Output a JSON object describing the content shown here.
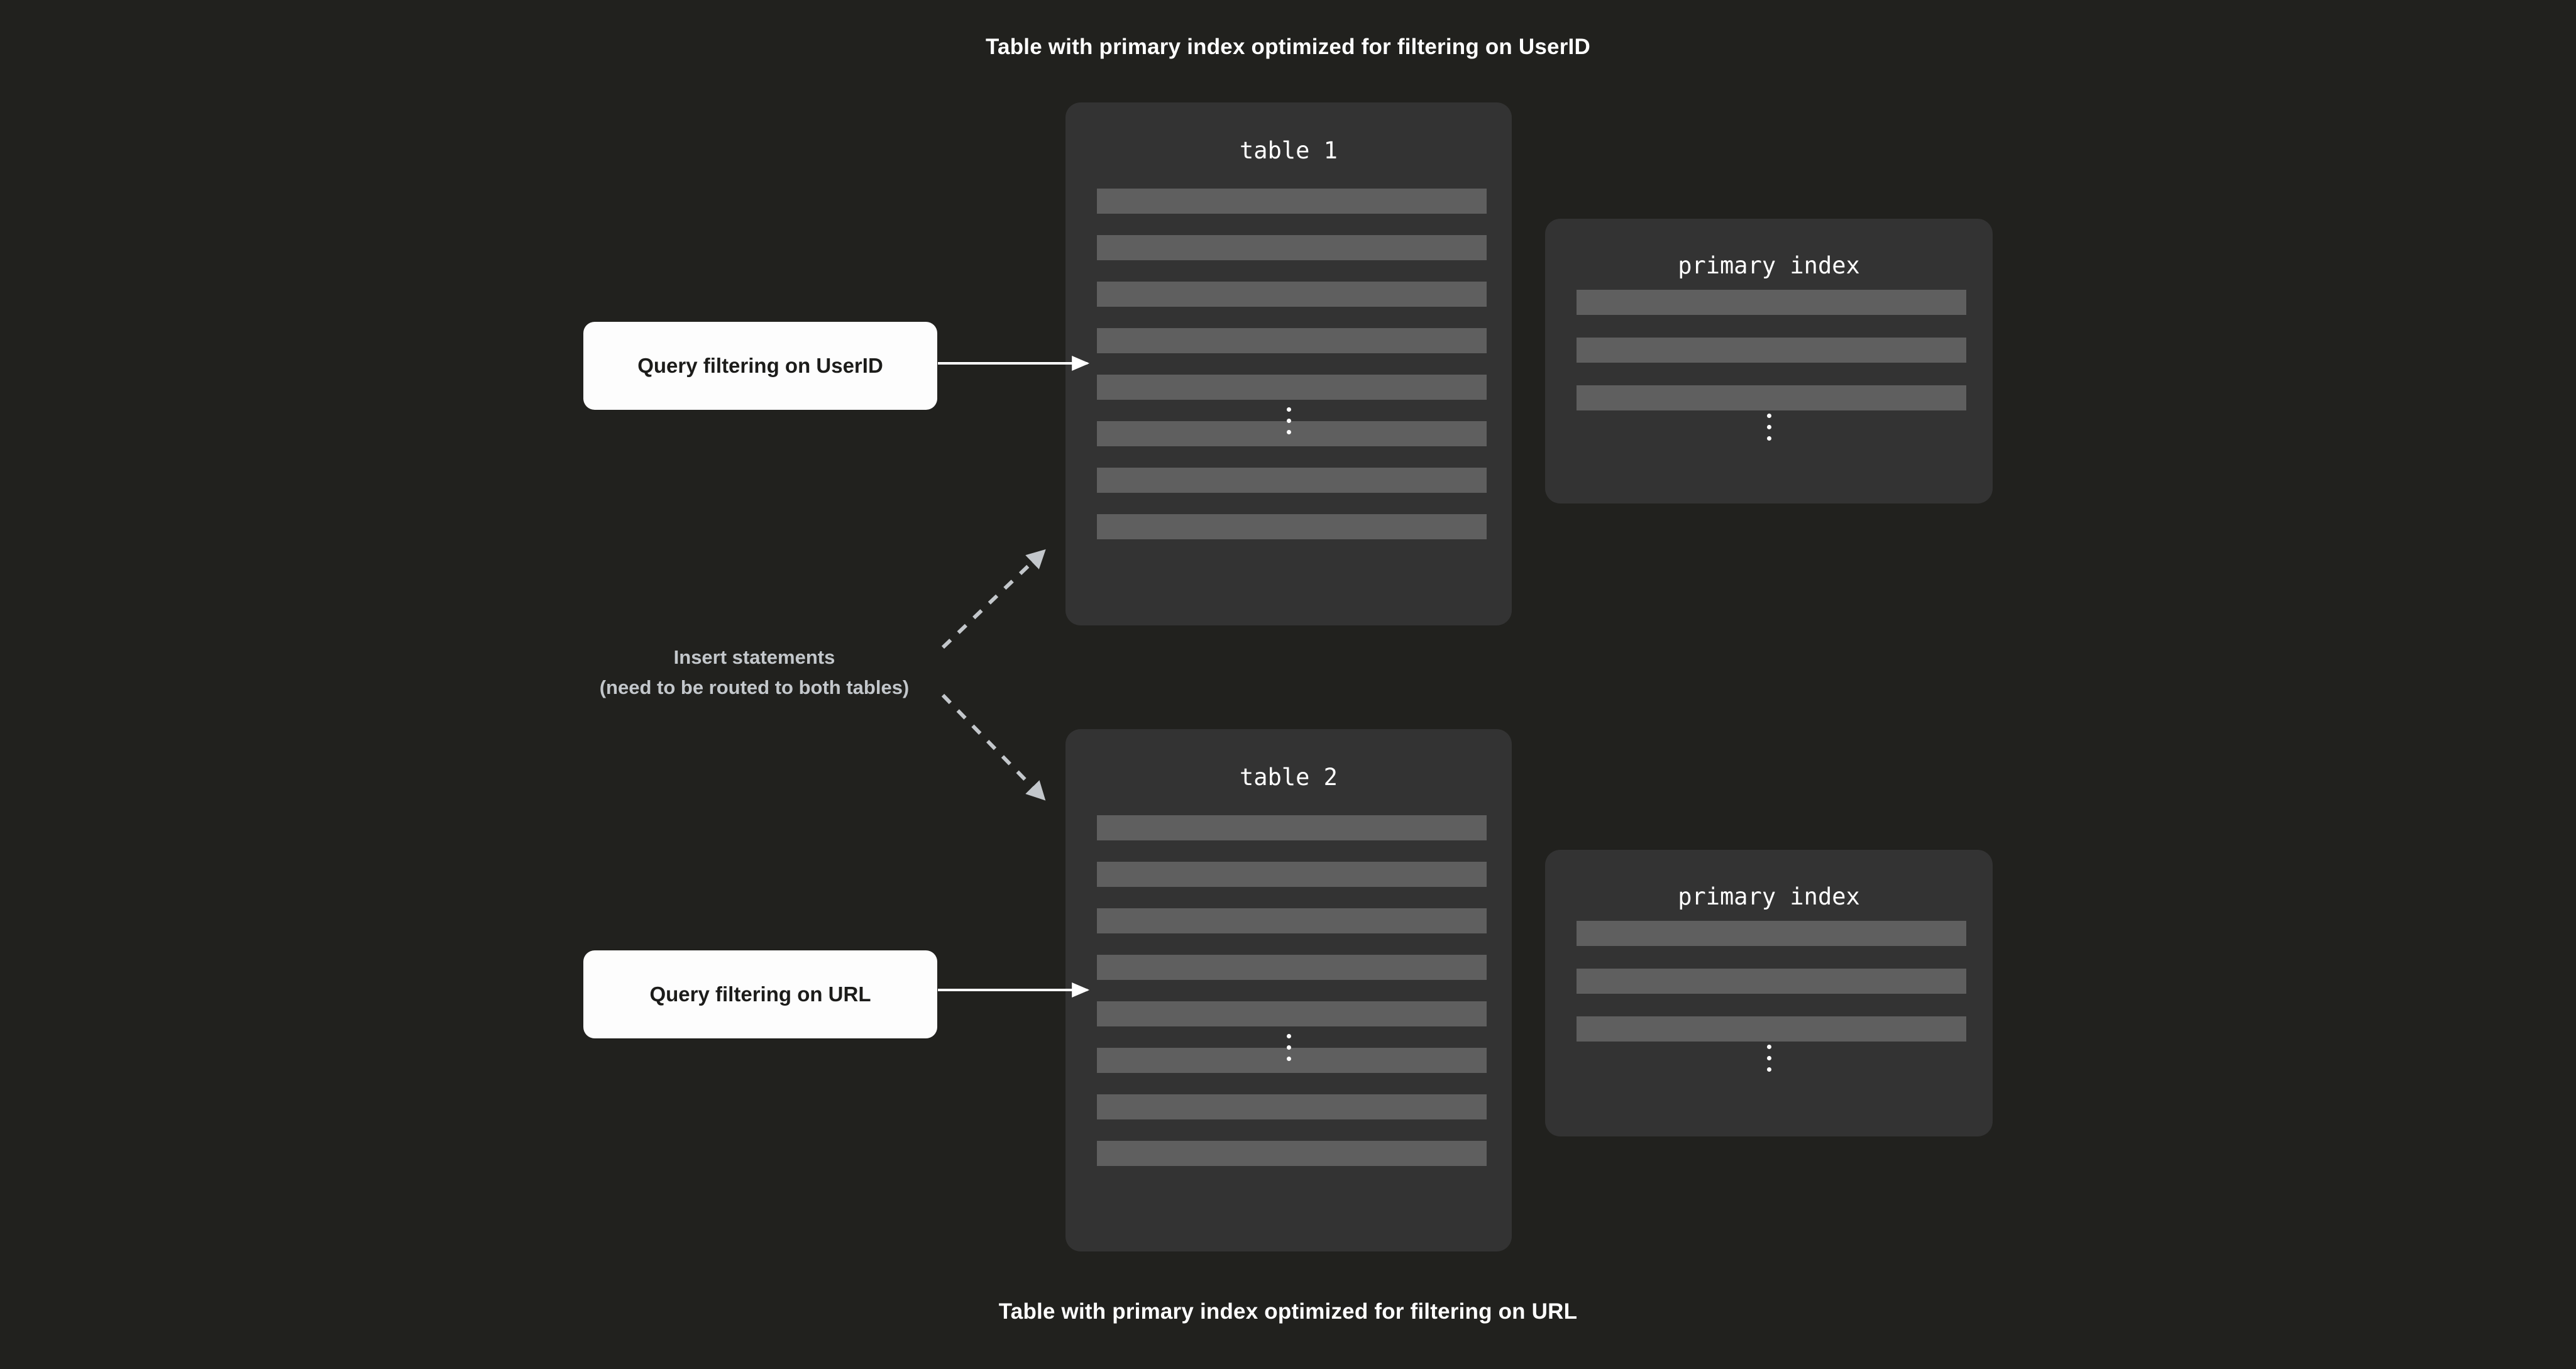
{
  "diagram": {
    "background_color": "#21211e",
    "panel_color": "#333333",
    "bar_color": "#5f5f5f",
    "caption_top": "Table with primary index optimized for filtering on UserID",
    "caption_bottom": "Table with primary index optimized for filtering on URL",
    "insert_label_line1": "Insert statements",
    "insert_label_line2": "(need to be routed to both tables)",
    "insert_label_color": "#c3c7cb",
    "query_box_color": "#fdfdfd",
    "query_text_color": "#1c1c1a",
    "arrow_solid_color": "#ffffff",
    "arrow_dashed_color": "#c3c7cb",
    "ellipsis_glyph": "⋮",
    "groups": [
      {
        "table": {
          "title": "table 1",
          "row_count": 8,
          "has_ellipsis": true
        },
        "index": {
          "title": "primary index",
          "row_count": 3,
          "has_ellipsis": true
        },
        "query": {
          "label": "Query filtering on UserID"
        }
      },
      {
        "table": {
          "title": "table 2",
          "row_count": 8,
          "has_ellipsis": true
        },
        "index": {
          "title": "primary index",
          "row_count": 3,
          "has_ellipsis": true
        },
        "query": {
          "label": "Query filtering on URL"
        }
      }
    ]
  }
}
